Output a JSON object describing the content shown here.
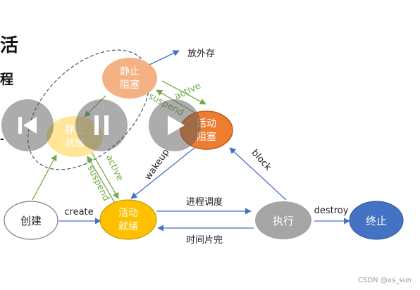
{
  "fragments": {
    "line1": "活",
    "line2": "程",
    "line3": "-"
  },
  "states": {
    "suspended_blocked": [
      "静止",
      "阻塞"
    ],
    "suspended_ready": [
      "静止",
      "就绪"
    ],
    "active_blocked": [
      "活动",
      "阻塞"
    ],
    "active_ready": [
      "活动",
      "就绪"
    ],
    "create": "创建",
    "running": "执行",
    "terminate": "终止"
  },
  "edges": {
    "external_storage": "放外存",
    "active_top": "active",
    "suspend_top": "suspend",
    "wakeup": "wakeup",
    "active_left": "active",
    "suspend_left": "suspend",
    "block": "block",
    "create": "create",
    "schedule": "进程调度",
    "time_slice": "时间片完",
    "destroy": "destroy"
  },
  "watermark": "CSDN @as_sun",
  "colors": {
    "suspended_blocked": "#F4B183",
    "suspended_ready": "#FFE699",
    "active_blocked": "#ED7D31",
    "active_ready": "#FFC000",
    "running": "#A5A5A5",
    "terminate": "#4472C4",
    "arrow_blue": "#4472C4",
    "arrow_green": "#70AD47",
    "label_green": "#70AD47"
  },
  "overlay_controls": [
    "previous-icon",
    "pause-icon",
    "play-icon"
  ]
}
